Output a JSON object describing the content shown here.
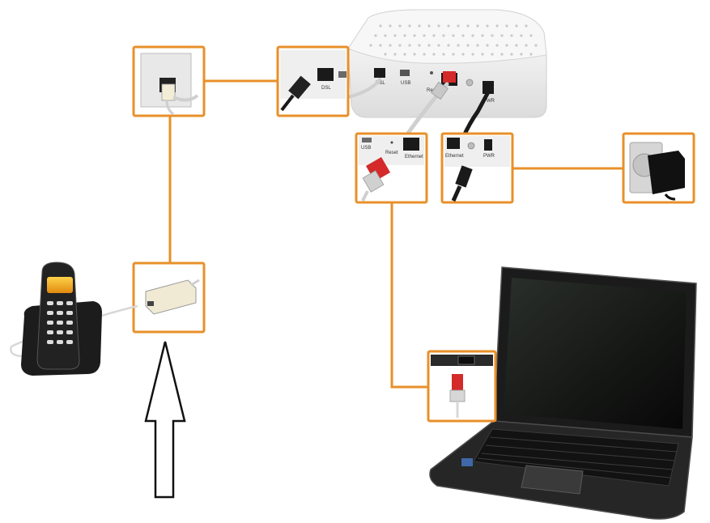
{
  "labels": {
    "router_dsl": "DSL",
    "router_usb": "USB",
    "router_reset": "Reset",
    "router_pwr": "PWR",
    "callout_dsl": "DSL",
    "callout_usb": "USB",
    "callout_reset": "Reset",
    "callout_ethernet": "Ethernet",
    "callout_ethernet_small": "Ethernet",
    "callout_pwr": "PWR"
  },
  "colors": {
    "connector_line": "#e8902a",
    "callout_border": "#e8902a",
    "ethernet_plug": "#d42a2a",
    "device_dark": "#1c1c1c",
    "router_body": "#f2f2f2",
    "arrow_stroke": "#111111"
  },
  "components": [
    {
      "id": "wall-socket",
      "icon": "phone-wall-socket-icon"
    },
    {
      "id": "dsl-port",
      "icon": "dsl-cable-icon"
    },
    {
      "id": "router",
      "icon": "dsl-router-icon"
    },
    {
      "id": "ethernet-port",
      "icon": "ethernet-cable-icon"
    },
    {
      "id": "power-port",
      "icon": "power-jack-icon"
    },
    {
      "id": "power-adapter",
      "icon": "power-adapter-icon"
    },
    {
      "id": "splitter",
      "icon": "splitter-icon"
    },
    {
      "id": "cordless-phone",
      "icon": "cordless-phone-icon"
    },
    {
      "id": "laptop",
      "icon": "laptop-icon"
    },
    {
      "id": "laptop-port",
      "icon": "laptop-ethernet-port-icon"
    },
    {
      "id": "arrow",
      "icon": "up-arrow-icon"
    }
  ]
}
